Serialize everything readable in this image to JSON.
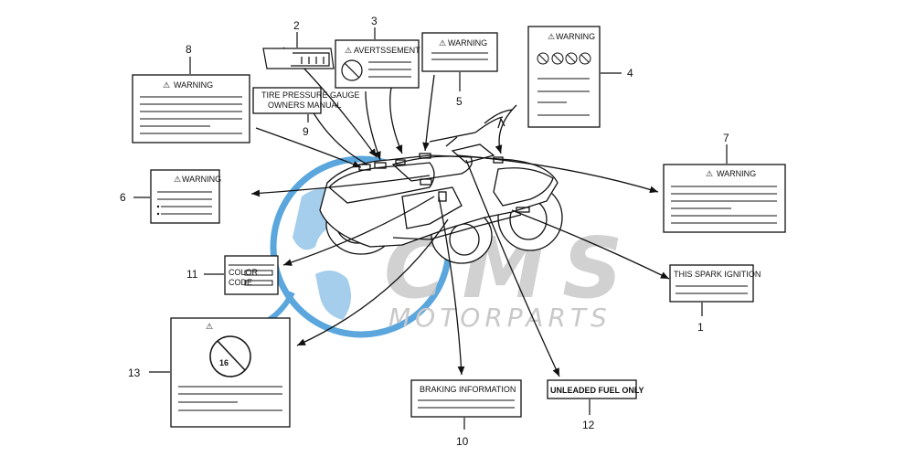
{
  "watermark": {
    "brand": "CMS",
    "sub": "MOTORPARTS",
    "color_primary": "#5aa6dd",
    "color_grey": "#c9c9c9"
  },
  "callouts": {
    "c1": "1",
    "c2": "2",
    "c3": "3",
    "c4": "4",
    "c5": "5",
    "c6": "6",
    "c7": "7",
    "c8": "8",
    "c9": "9",
    "c10": "10",
    "c11": "11",
    "c12": "12",
    "c13": "13"
  },
  "labels": {
    "l3_title": "AVERTSSEMENT",
    "l5_title": "WARNING",
    "l4_title": "WARNING",
    "l8_title": "WARNING",
    "l9_line1": "TIRE PRESSURE GAUGE",
    "l9_line2": "OWNERS MANUAL",
    "l6_title": "WARNING",
    "l7_title": "WARNING",
    "l1_text": "THIS SPARK IGNITION",
    "l11_row1": "COLOR",
    "l11_row2": "CODE",
    "l13_age": "16",
    "l10_text": "BRAKING  INFORMATION",
    "l12_text": "UNLEADED FUEL ONLY"
  }
}
